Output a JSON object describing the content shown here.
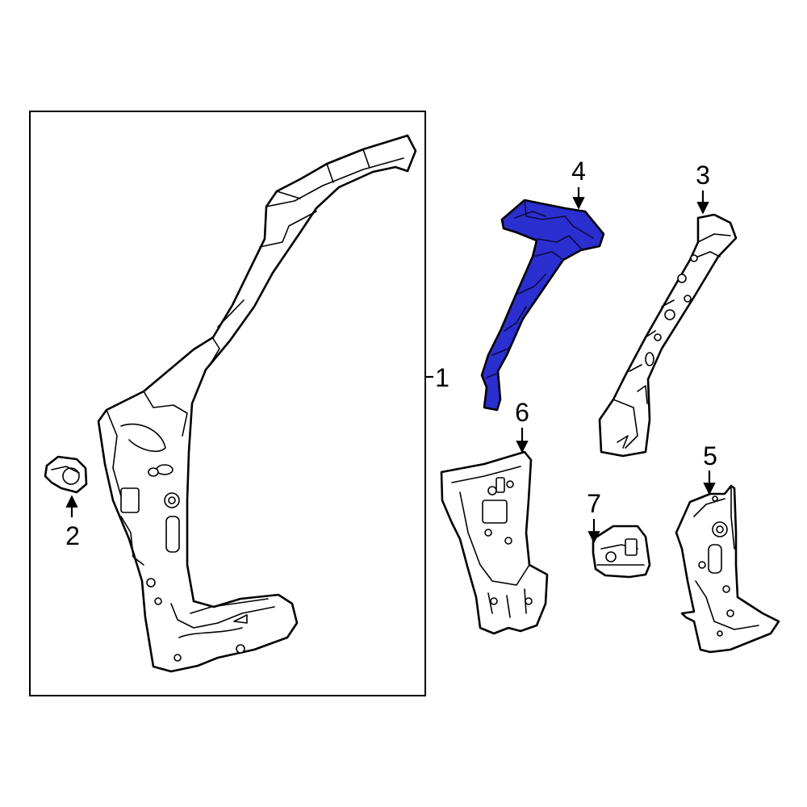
{
  "diagram": {
    "highlight_color": "#2b2fcf",
    "callouts": [
      {
        "id": "1",
        "label": "1"
      },
      {
        "id": "2",
        "label": "2"
      },
      {
        "id": "3",
        "label": "3"
      },
      {
        "id": "4",
        "label": "4"
      },
      {
        "id": "5",
        "label": "5"
      },
      {
        "id": "6",
        "label": "6"
      },
      {
        "id": "7",
        "label": "7"
      }
    ],
    "highlighted_part": "4"
  }
}
